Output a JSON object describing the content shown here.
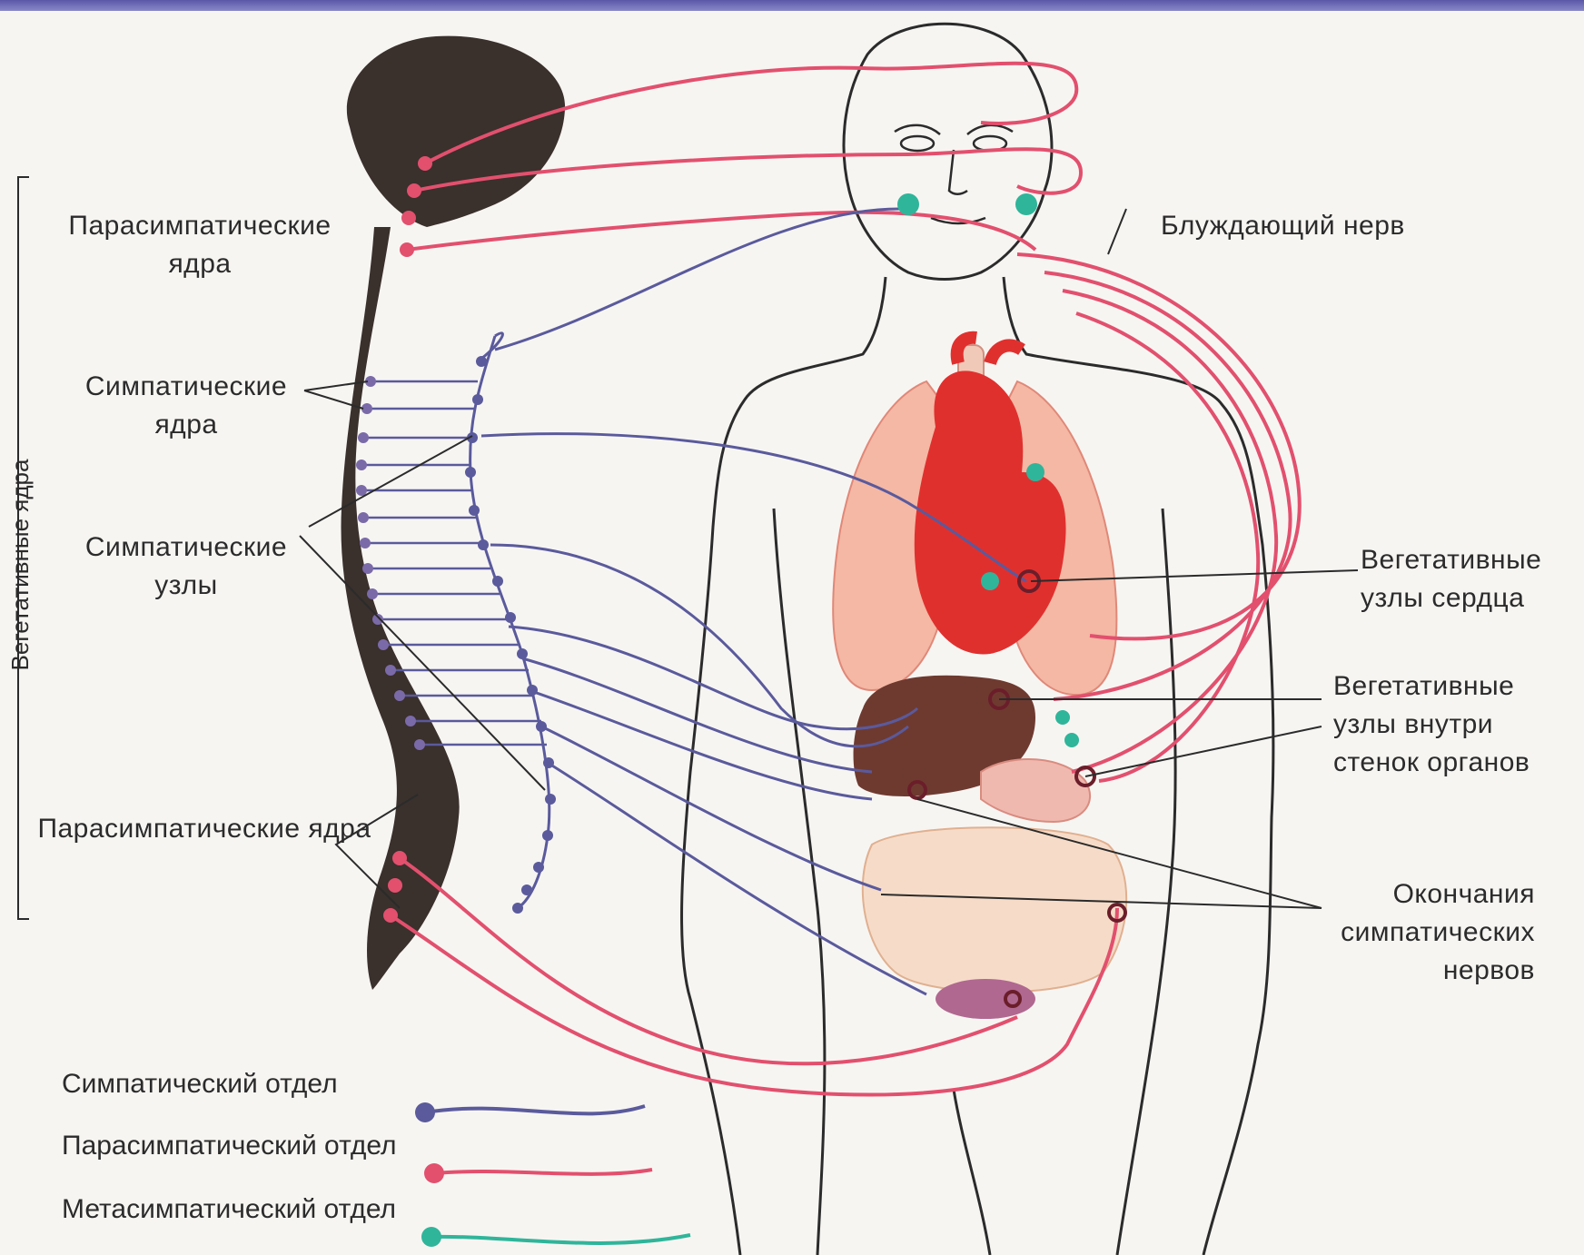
{
  "labels": {
    "parasympathetic_nuclei_top": "Парасимпатические ядра",
    "sympathetic_nuclei": "Симпатические ядра",
    "sympathetic_ganglia": "Симпатические узлы",
    "parasympathetic_nuclei_bottom": "Парасимпатические ядра",
    "autonomic_nuclei": "Вегетативные ядра",
    "vagus_nerve": "Блуждающий нерв",
    "heart_ganglia": "Вегетативные узлы сердца",
    "organ_wall_ganglia": "Вегетативные узлы внутри стенок органов",
    "sympathetic_endings": "Окончания симпатических нервов"
  },
  "legend": [
    {
      "label": "Симпатический отдел",
      "color": "#5a5a9c"
    },
    {
      "label": "Парасимпатический отдел",
      "color": "#e2506e"
    },
    {
      "label": "Метасимпатический отдел",
      "color": "#2fb59a"
    }
  ],
  "colors": {
    "sympathetic": "#5a5a9c",
    "parasympathetic": "#e2506e",
    "metasympathetic": "#2fb59a",
    "cns": "#3a302c",
    "heart": "#e0302e",
    "lungs": "#f4b8a4",
    "liver": "#6e3a30"
  }
}
